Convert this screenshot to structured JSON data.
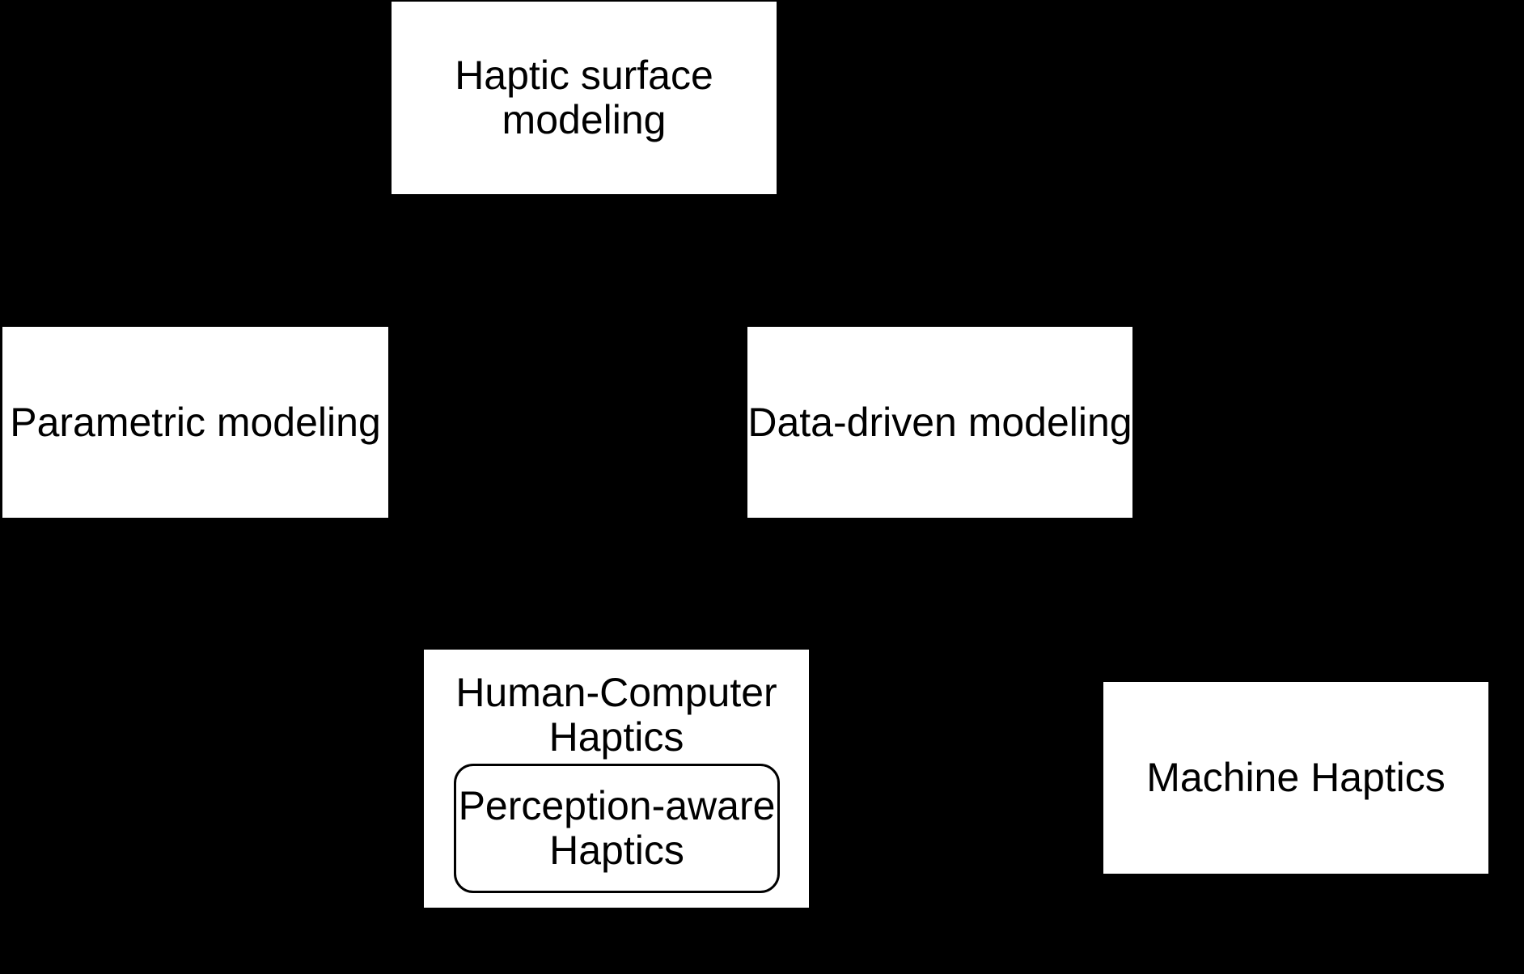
{
  "diagram": {
    "colors": {
      "background": "#000000",
      "node_fill": "#ffffff",
      "text": "#000000",
      "inner_box_border": "#000000"
    },
    "nodes": {
      "haptic_surface": {
        "line1": "Haptic surface",
        "line2": "modeling"
      },
      "parametric": {
        "line1": "Parametric modeling"
      },
      "data_driven": {
        "line1": "Data-driven modeling"
      },
      "human_computer": {
        "line1": "Human-Computer",
        "line2": "Haptics"
      },
      "perception_aware": {
        "line1": "Perception-aware",
        "line2": "Haptics"
      },
      "machine": {
        "line1": "Machine Haptics"
      }
    }
  }
}
